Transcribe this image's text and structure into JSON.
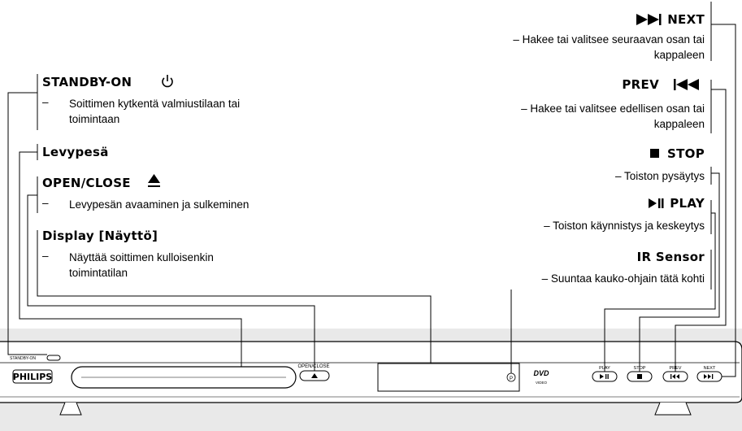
{
  "player": {
    "brand": "PHILIPS",
    "standby_label": "STANDBY-ON",
    "open_close_label": "OPEN/CLOSE",
    "dvd_logo": "DVD",
    "dvd_sub": "VIDEO",
    "play_label": "PLAY",
    "stop_label": "STOP",
    "prev_label": "PREV",
    "next_label": "NEXT"
  },
  "callouts": {
    "next": {
      "title": "NEXT",
      "line1": "– Hakee tai valitsee seuraavan osan tai",
      "line2": "kappaleen"
    },
    "prev": {
      "title": "PREV",
      "line1": "– Hakee tai valitsee edellisen osan tai",
      "line2": "kappaleen"
    },
    "stop": {
      "title": "STOP",
      "line1": "– Toiston pysäytys"
    },
    "play": {
      "title": "PLAY",
      "line1": "– Toiston käynnistys ja keskeytys"
    },
    "ir": {
      "title": "IR Sensor",
      "line1": "– Suuntaa kauko-ohjain tätä kohti"
    },
    "standby": {
      "title": "STANDBY-ON",
      "dash": "–",
      "line1": "Soittimen kytkentä valmiustilaan tai",
      "line2": "toimintaan"
    },
    "tray": {
      "title": "Levypesä"
    },
    "open": {
      "title": "OPEN/CLOSE",
      "dash": "–",
      "line1": "Levypesän avaaminen ja sulkeminen"
    },
    "display": {
      "title": "Display [Näyttö]",
      "dash": "–",
      "line1": "Näyttää soittimen kulloisenkin",
      "line2": "toimintatilan"
    }
  }
}
